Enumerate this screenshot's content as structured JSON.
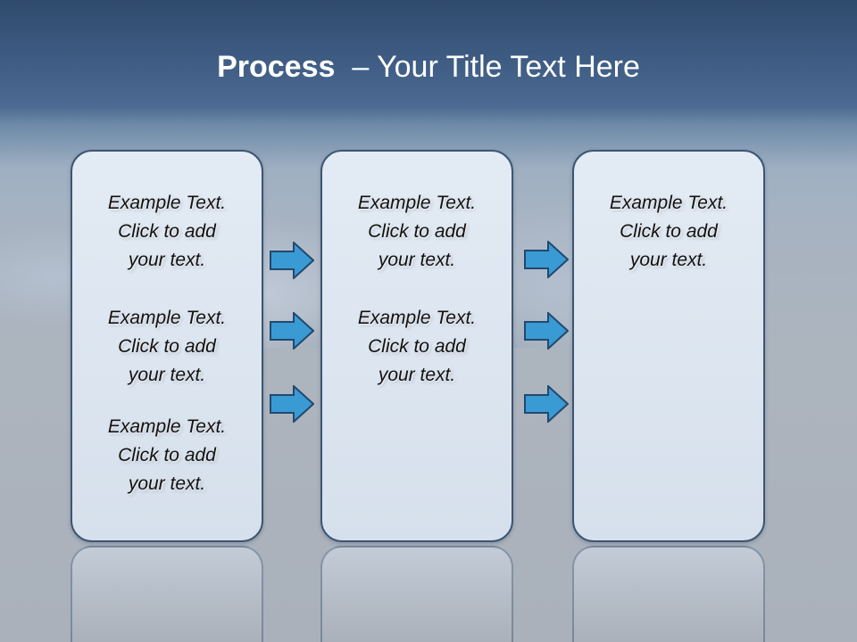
{
  "slide": {
    "title_bold": "Process",
    "title_rest": "– Your Title Text Here"
  },
  "columns": [
    {
      "blocks": [
        {
          "line1": "Example Text.",
          "line2": "Click  to add",
          "line3": "your text."
        },
        {
          "line1": "Example Text.",
          "line2": "Click  to add",
          "line3": "your text."
        },
        {
          "line1": "Example Text.",
          "line2": "Click  to add",
          "line3": "your text."
        }
      ]
    },
    {
      "blocks": [
        {
          "line1": "Example Text.",
          "line2": "Click  to add",
          "line3": "your text."
        },
        {
          "line1": "Example Text.",
          "line2": "Click  to add",
          "line3": "your text."
        }
      ]
    },
    {
      "blocks": [
        {
          "line1": "Example Text.",
          "line2": "Click  to add",
          "line3": "your text."
        }
      ]
    }
  ],
  "arrows": {
    "icon": "right-arrow-icon",
    "fill_color": "#3a9ad4",
    "stroke_color": "#22496e",
    "count_per_gap": 3
  },
  "colors": {
    "title_bar": "#3f5d84",
    "box_fill": "#dce5ef",
    "box_border": "#3c5672"
  }
}
